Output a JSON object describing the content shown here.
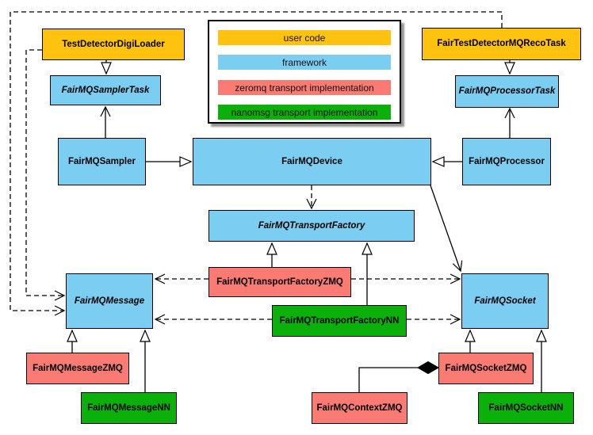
{
  "colors": {
    "user_code": "#FFC20E",
    "framework": "#7CCDF2",
    "zeromq": "#F97B74",
    "nanomsg": "#0BB00B",
    "line": "#000000"
  },
  "legend": {
    "items": [
      {
        "label": "user code",
        "category": "user_code"
      },
      {
        "label": "framework",
        "category": "framework"
      },
      {
        "label": "zeromq transport implementation",
        "category": "zeromq"
      },
      {
        "label": "nanomsg transport implementation",
        "category": "nanomsg"
      }
    ]
  },
  "nodes": {
    "digiloader": {
      "label": "TestDetectorDigiLoader",
      "category": "user_code",
      "abstract": false
    },
    "recotask": {
      "label": "FairTestDetectorMQRecoTask",
      "category": "user_code",
      "abstract": false
    },
    "samplertask": {
      "label": "FairMQSamplerTask",
      "category": "framework",
      "abstract": true
    },
    "processortask": {
      "label": "FairMQProcessorTask",
      "category": "framework",
      "abstract": true
    },
    "sampler": {
      "label": "FairMQSampler",
      "category": "framework",
      "abstract": false
    },
    "device": {
      "label": "FairMQDevice",
      "category": "framework",
      "abstract": false
    },
    "processor": {
      "label": "FairMQProcessor",
      "category": "framework",
      "abstract": false
    },
    "transportfactory": {
      "label": "FairMQTransportFactory",
      "category": "framework",
      "abstract": true
    },
    "transportfactoryzmq": {
      "label": "FairMQTransportFactoryZMQ",
      "category": "zeromq",
      "abstract": false
    },
    "transportfactorynn": {
      "label": "FairMQTransportFactoryNN",
      "category": "nanomsg",
      "abstract": false
    },
    "message": {
      "label": "FairMQMessage",
      "category": "framework",
      "abstract": true
    },
    "socket": {
      "label": "FairMQSocket",
      "category": "framework",
      "abstract": true
    },
    "messagezmq": {
      "label": "FairMQMessageZMQ",
      "category": "zeromq",
      "abstract": false
    },
    "messagenn": {
      "label": "FairMQMessageNN",
      "category": "nanomsg",
      "abstract": false
    },
    "socketzmq": {
      "label": "FairMQSocketZMQ",
      "category": "zeromq",
      "abstract": false
    },
    "socketnn": {
      "label": "FairMQSocketNN",
      "category": "nanomsg",
      "abstract": false
    },
    "contextzmq": {
      "label": "FairMQContextZMQ",
      "category": "zeromq",
      "abstract": false
    }
  }
}
